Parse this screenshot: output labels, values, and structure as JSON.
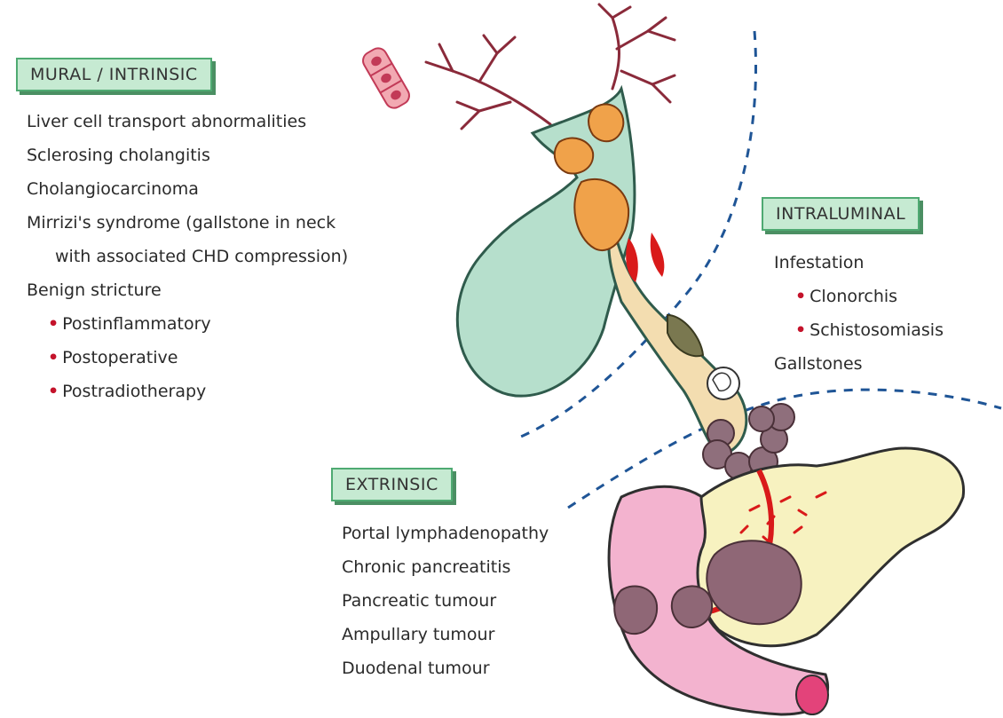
{
  "sections": {
    "mural": {
      "title": "MURAL / INTRINSIC",
      "items": [
        "Liver cell transport abnormalities",
        "Sclerosing cholangitis",
        "Cholangiocarcinoma",
        "Mirrizi's syndrome (gallstone in neck",
        "with associated CHD compression)",
        "Benign stricture"
      ],
      "bullets": [
        "Postinflammatory",
        "Postoperative",
        "Postradiotherapy"
      ]
    },
    "intraluminal": {
      "title": "INTRALUMINAL",
      "items": [
        "Infestation"
      ],
      "bullets": [
        "Clonorchis",
        "Schistosomiasis"
      ],
      "after": [
        "Gallstones"
      ]
    },
    "extrinsic": {
      "title": "EXTRINSIC",
      "items": [
        "Portal lymphadenopathy",
        "Chronic pancreatitis",
        "Pancreatic tumour",
        "Ampullary tumour",
        "Duodenal tumour"
      ]
    }
  },
  "colors": {
    "label_fill": "#c6ead2",
    "label_border": "#4faa72",
    "bullet": "#c4132b",
    "gallbladder": "#b6dfcc",
    "duct": "#f3ddb0",
    "pancreas": "#f7f2c0",
    "duodenum": "#f3b3cf",
    "nodes": "#8f6f7c",
    "tumour": "#8f6776",
    "bile_duct_line": "#d91a1a",
    "divider": "#1f5596"
  },
  "icons": [
    "liver-cells",
    "hepatic-duct-branches",
    "gallbladder",
    "common-bile-duct",
    "gallstone",
    "liver-fluke",
    "lymph-node-cluster",
    "pancreas",
    "duodenum",
    "pancreatic-tumour",
    "duodenal-tumour"
  ]
}
